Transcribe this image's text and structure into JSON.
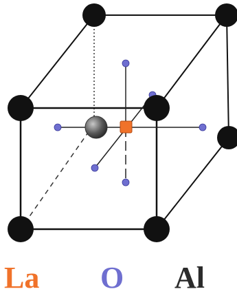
{
  "legend": {
    "la": {
      "label": "La",
      "color": "#f0722a"
    },
    "o": {
      "label": "O",
      "color": "#6f6fd0"
    },
    "al": {
      "label": "Al",
      "color": "#2b2b2b"
    }
  },
  "colors": {
    "edge": "#111111",
    "al_atom": "#111111",
    "la_atom": "#f0722a",
    "la_outline": "#b24a12",
    "o_atom": "#6f6fd0",
    "grey_sphere": "#5a5a5a",
    "background": "#ffffff"
  }
}
